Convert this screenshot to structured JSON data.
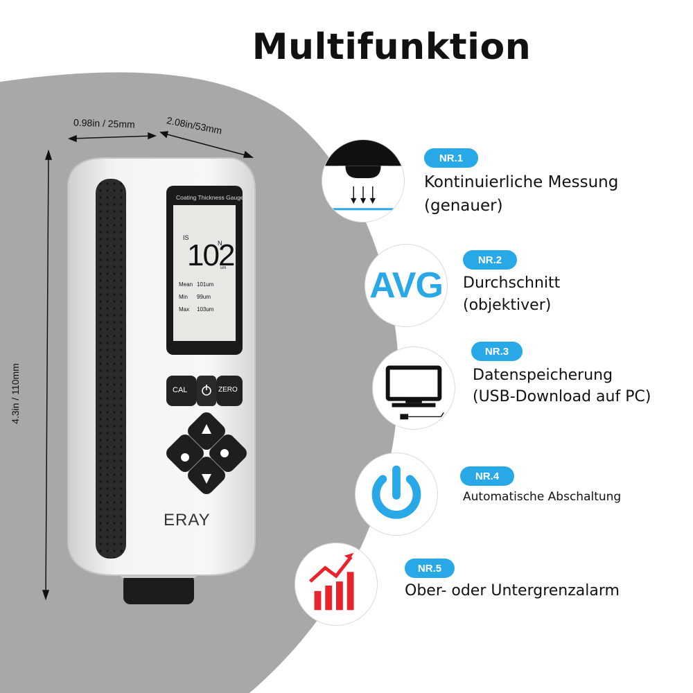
{
  "title": "Multifunktion",
  "dimensions": {
    "width_top": "0.98in / 25mm",
    "width_side": "2.08in/53mm",
    "height": "4.3in / 110mm"
  },
  "device": {
    "brand": "ERAY",
    "screen_header": "Coating Thickness Gauge",
    "reading": "102",
    "mode_left": "IS",
    "mode_right": "N",
    "unit": "um",
    "stats": [
      {
        "label": "Mean",
        "value": "101um"
      },
      {
        "label": "Min",
        "value": "99um"
      },
      {
        "label": "Max",
        "value": "103um"
      }
    ],
    "buttons": {
      "cal": "CAL",
      "zero": "ZERO"
    }
  },
  "features": [
    {
      "badge": "NR.1",
      "line1": "Kontinuierliche Messung",
      "line2": "(genauer)",
      "icon": "continuous-measurement-icon"
    },
    {
      "badge": "NR.2",
      "line1": "Durchschnitt",
      "line2": "(objektiver)",
      "icon": "avg-icon",
      "icon_text": "AVG"
    },
    {
      "badge": "NR.3",
      "line1": "Datenspeicherung",
      "line2": "(USB-Download auf PC)",
      "icon": "monitor-usb-icon"
    },
    {
      "badge": "NR.4",
      "line1": "Automatische Abschaltung",
      "icon": "power-icon"
    },
    {
      "badge": "NR.5",
      "line1": "Ober- oder Untergrenzalarm",
      "icon": "alarm-chart-icon"
    }
  ],
  "colors": {
    "accent": "#29a8e8",
    "alarm": "#e8232a",
    "gray_bg": "#a6a6a6"
  }
}
